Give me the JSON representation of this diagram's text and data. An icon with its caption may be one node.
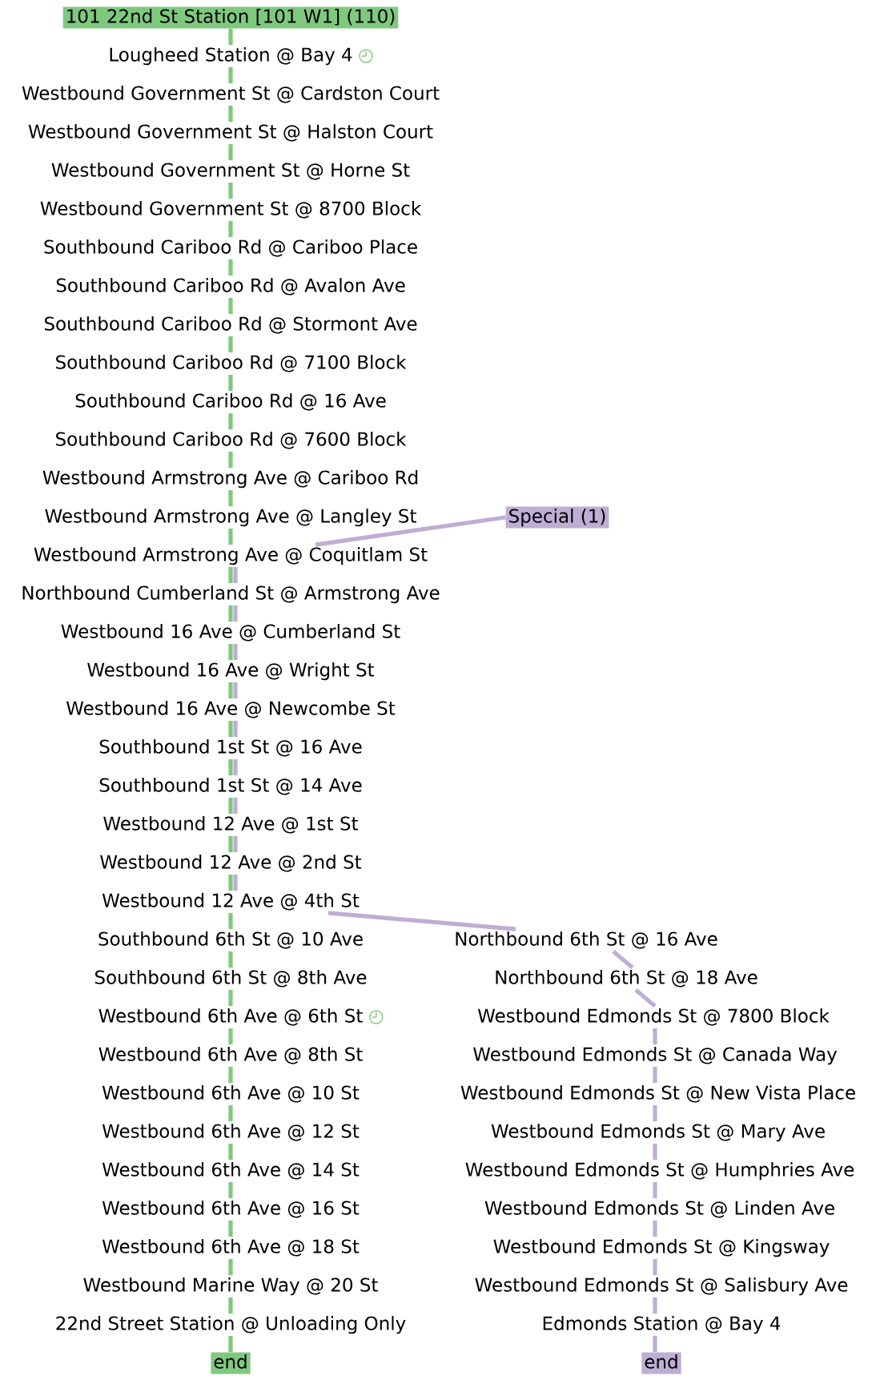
{
  "diagram": {
    "nodes": [
      {
        "text": [
          "101 22nd St Station [101 W1] (110)"
        ]
      },
      {
        "text": [
          "Lougheed Station @ Bay 4"
        ]
      },
      {
        "text": [
          "Westbound Government St @ Cardston Court"
        ]
      },
      {
        "text": [
          "Westbound Government St @ Halston Court"
        ]
      },
      {
        "text": [
          "Westbound Government St @ Horne St"
        ]
      },
      {
        "text": [
          "Westbound Government St @ 8700 Block"
        ]
      },
      {
        "text": [
          "Southbound Cariboo Rd @ Cariboo Place"
        ]
      },
      {
        "text": [
          "Southbound Cariboo Rd @ Avalon Ave"
        ]
      },
      {
        "text": [
          "Southbound Cariboo Rd @ Stormont Ave"
        ]
      },
      {
        "text": [
          "Southbound Cariboo Rd @ 7100 Block"
        ]
      },
      {
        "text": [
          "Southbound Cariboo Rd @ 16 Ave"
        ]
      },
      {
        "text": [
          "Southbound Cariboo Rd @ 7600 Block"
        ]
      },
      {
        "text": [
          "Westbound Armstrong Ave @ Cariboo Rd"
        ]
      },
      {
        "text": [
          "Westbound Armstrong Ave @ Langley St"
        ]
      },
      {
        "text": [
          "Westbound Armstrong Ave @ Coquitlam St"
        ]
      },
      {
        "text": [
          "Northbound Cumberland St @ Armstrong Ave"
        ]
      },
      {
        "text": [
          "Westbound 16 Ave @ Cumberland St"
        ]
      },
      {
        "text": [
          "Westbound 16 Ave @ Wright St"
        ]
      },
      {
        "text": [
          "Westbound 16 Ave @ Newcombe St"
        ]
      },
      {
        "text": [
          "Southbound 1st St @ 16 Ave"
        ]
      },
      {
        "text": [
          "Southbound 1st St @ 14 Ave"
        ]
      },
      {
        "text": [
          "Westbound 12 Ave @ 1st St"
        ]
      },
      {
        "text": [
          "Westbound 12 Ave @ 2nd St"
        ]
      },
      {
        "text": [
          "Westbound 12 Ave @ 4th St"
        ]
      },
      {
        "text": [
          "Southbound 6th St @ 10 Ave"
        ]
      },
      {
        "text": [
          "Southbound 6th St @ 8th Ave"
        ]
      },
      {
        "text": [
          "Westbound 6th Ave @ 6th St"
        ]
      },
      {
        "text": [
          "Westbound 6th Ave @ 8th St"
        ]
      },
      {
        "text": [
          "Westbound 6th Ave @ 10 St"
        ]
      },
      {
        "text": [
          "Westbound 6th Ave @ 12 St"
        ]
      },
      {
        "text": [
          "Westbound 6th Ave @ 14 St"
        ]
      },
      {
        "text": [
          "Westbound 6th Ave @ 16 St"
        ]
      },
      {
        "text": [
          "Westbound 6th Ave @ 18 St"
        ]
      },
      {
        "text": [
          "Westbound Marine Way @ 20 St"
        ]
      },
      {
        "text": [
          "22nd Street Station @ Unloading Only"
        ]
      },
      {
        "text": [
          "end"
        ]
      },
      {
        "text": [
          "Special (1)"
        ]
      },
      {
        "text": [
          "Northbound 6th St @ 16 Ave"
        ]
      },
      {
        "text": [
          "Northbound 6th St @ 18 Ave"
        ]
      },
      {
        "text": [
          "Westbound Edmonds St @ 7800 Block"
        ]
      },
      {
        "text": [
          "Westbound Edmonds St @ Canada Way"
        ]
      },
      {
        "text": [
          "Westbound Edmonds St @ New Vista Place"
        ]
      },
      {
        "text": [
          "Westbound Edmonds St @ Mary Ave"
        ]
      },
      {
        "text": [
          "Westbound Edmonds St @ Humphries Ave"
        ]
      },
      {
        "text": [
          "Westbound Edmonds St @ Linden Ave"
        ]
      },
      {
        "text": [
          "Westbound Edmonds St @ Kingsway"
        ]
      },
      {
        "text": [
          "Westbound Edmonds St @ Salisbury Ave"
        ]
      },
      {
        "text": [
          "Edmonds Station @ Bay 4"
        ]
      },
      {
        "text": [
          "end"
        ]
      }
    ],
    "edges": [
      {
        "from": 0,
        "to": 1,
        "arrow": "none"
      },
      {
        "from": 1,
        "to": 2,
        "arrow": "none"
      },
      {
        "from": 2,
        "to": 3,
        "arrow": "none"
      },
      {
        "from": 3,
        "to": 4,
        "arrow": "none"
      },
      {
        "from": 4,
        "to": 5,
        "arrow": "none"
      },
      {
        "from": 5,
        "to": 6,
        "arrow": "none"
      },
      {
        "from": 6,
        "to": 7,
        "arrow": "none"
      },
      {
        "from": 7,
        "to": 8,
        "arrow": "none"
      },
      {
        "from": 8,
        "to": 9,
        "arrow": "none"
      },
      {
        "from": 9,
        "to": 10,
        "arrow": "none"
      },
      {
        "from": 10,
        "to": 11,
        "arrow": "none"
      },
      {
        "from": 11,
        "to": 12,
        "arrow": "none"
      },
      {
        "from": 12,
        "to": 13,
        "arrow": "none"
      },
      {
        "from": 13,
        "to": 14,
        "arrow": "none"
      },
      {
        "from": 14,
        "to": 15,
        "arrow": "none"
      },
      {
        "from": 15,
        "to": 16,
        "arrow": "none"
      },
      {
        "from": 16,
        "to": 17,
        "arrow": "none"
      },
      {
        "from": 17,
        "to": 18,
        "arrow": "none"
      },
      {
        "from": 18,
        "to": 19,
        "arrow": "none"
      },
      {
        "from": 19,
        "to": 20,
        "arrow": "none"
      },
      {
        "from": 20,
        "to": 21,
        "arrow": "none"
      },
      {
        "from": 21,
        "to": 22,
        "arrow": "none"
      },
      {
        "from": 22,
        "to": 23,
        "arrow": "none"
      },
      {
        "from": 23,
        "to": 24,
        "arrow": "none"
      },
      {
        "from": 24,
        "to": 25,
        "arrow": "none"
      },
      {
        "from": 25,
        "to": 26,
        "arrow": "none"
      },
      {
        "from": 26,
        "to": 27,
        "arrow": "none"
      },
      {
        "from": 27,
        "to": 28,
        "arrow": "none"
      },
      {
        "from": 28,
        "to": 29,
        "arrow": "none"
      },
      {
        "from": 29,
        "to": 30,
        "arrow": "none"
      },
      {
        "from": 30,
        "to": 31,
        "arrow": "none"
      },
      {
        "from": 31,
        "to": 32,
        "arrow": "none"
      },
      {
        "from": 32,
        "to": 33,
        "arrow": "none"
      },
      {
        "from": 33,
        "to": 34,
        "arrow": "none"
      },
      {
        "from": 34,
        "to": 35,
        "arrow": "none"
      },
      {
        "from": 36,
        "to": 14,
        "arrow": "none",
        "color": "#beaed4"
      },
      {
        "from": 14,
        "to": 15,
        "arrow": "none",
        "color": "#beaed4"
      },
      {
        "from": 15,
        "to": 16,
        "arrow": "none",
        "color": "#beaed4"
      },
      {
        "from": 16,
        "to": 17,
        "arrow": "none",
        "color": "#beaed4"
      },
      {
        "from": 17,
        "to": 18,
        "arrow": "none",
        "color": "#beaed4"
      },
      {
        "from": 18,
        "to": 19,
        "arrow": "none",
        "color": "#beaed4"
      },
      {
        "from": 19,
        "to": 20,
        "arrow": "none",
        "color": "#beaed4"
      },
      {
        "from": 20,
        "to": 21,
        "arrow": "none",
        "color": "#beaed4"
      },
      {
        "from": 21,
        "to": 22,
        "arrow": "none",
        "color": "#beaed4"
      },
      {
        "from": 22,
        "to": 23,
        "arrow": "none",
        "color": "#beaed4"
      },
      {
        "from": 23,
        "to": 37,
        "arrow": "none",
        "color": "#beaed4"
      },
      {
        "from": 37,
        "to": 38,
        "arrow": "none",
        "color": "#beaed4"
      },
      {
        "from": 38,
        "to": 39,
        "arrow": "none",
        "color": "#beaed4"
      },
      {
        "from": 39,
        "to": 40,
        "arrow": "none",
        "color": "#beaed4"
      },
      {
        "from": 40,
        "to": 41,
        "arrow": "none",
        "color": "#beaed4"
      },
      {
        "from": 41,
        "to": 42,
        "arrow": "none",
        "color": "#beaed4"
      },
      {
        "from": 42,
        "to": 43,
        "arrow": "none",
        "color": "#beaed4"
      },
      {
        "from": 43,
        "to": 44,
        "arrow": "none",
        "color": "#beaed4"
      },
      {
        "from": 44,
        "to": 45,
        "arrow": "none",
        "color": "#beaed4"
      },
      {
        "from": 45,
        "to": 46,
        "arrow": "none",
        "color": "#beaed4"
      },
      {
        "from": 46,
        "to": 47,
        "arrow": "none",
        "color": "#beaed4"
      },
      {
        "from": 47,
        "to": 48,
        "arrow": "none",
        "color": "#beaed4"
      }
    ]
  }
}
